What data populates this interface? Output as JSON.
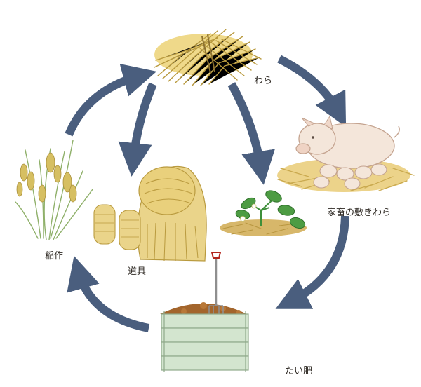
{
  "labels": {
    "straw": "わら",
    "livestock_bedding": "家畜の敷きわら",
    "rice_farming": "稲作",
    "tools": "道具",
    "compost": "たい肥"
  },
  "colors": {
    "arrow": "#4a5e7e",
    "straw": "#e3c96c",
    "straw_dark": "#b99a3e",
    "pig": "#f1e2d6",
    "leaf": "#3f8f3a",
    "compost": "#a3652c",
    "box": "#cfe1cb"
  }
}
